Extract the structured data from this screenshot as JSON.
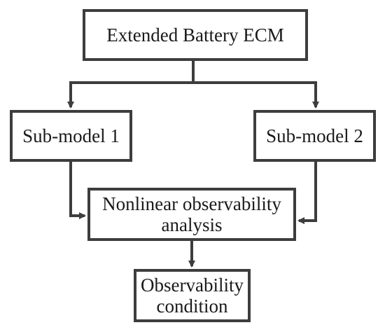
{
  "diagram": {
    "nodes": {
      "top": "Extended Battery ECM",
      "sub1": "Sub-model 1",
      "sub2": "Sub-model 2",
      "mid_line1": "Nonlinear observability",
      "mid_line2": "analysis",
      "bot_line1": "Observability",
      "bot_line2": "condition"
    },
    "edges": [
      {
        "from": "top",
        "to": "sub1"
      },
      {
        "from": "top",
        "to": "sub2"
      },
      {
        "from": "sub1",
        "to": "mid"
      },
      {
        "from": "sub2",
        "to": "mid"
      },
      {
        "from": "mid",
        "to": "bot"
      }
    ],
    "colors": {
      "stroke": "#3d3d3d",
      "background": "#ffffff",
      "text": "#1a1a1a"
    }
  }
}
